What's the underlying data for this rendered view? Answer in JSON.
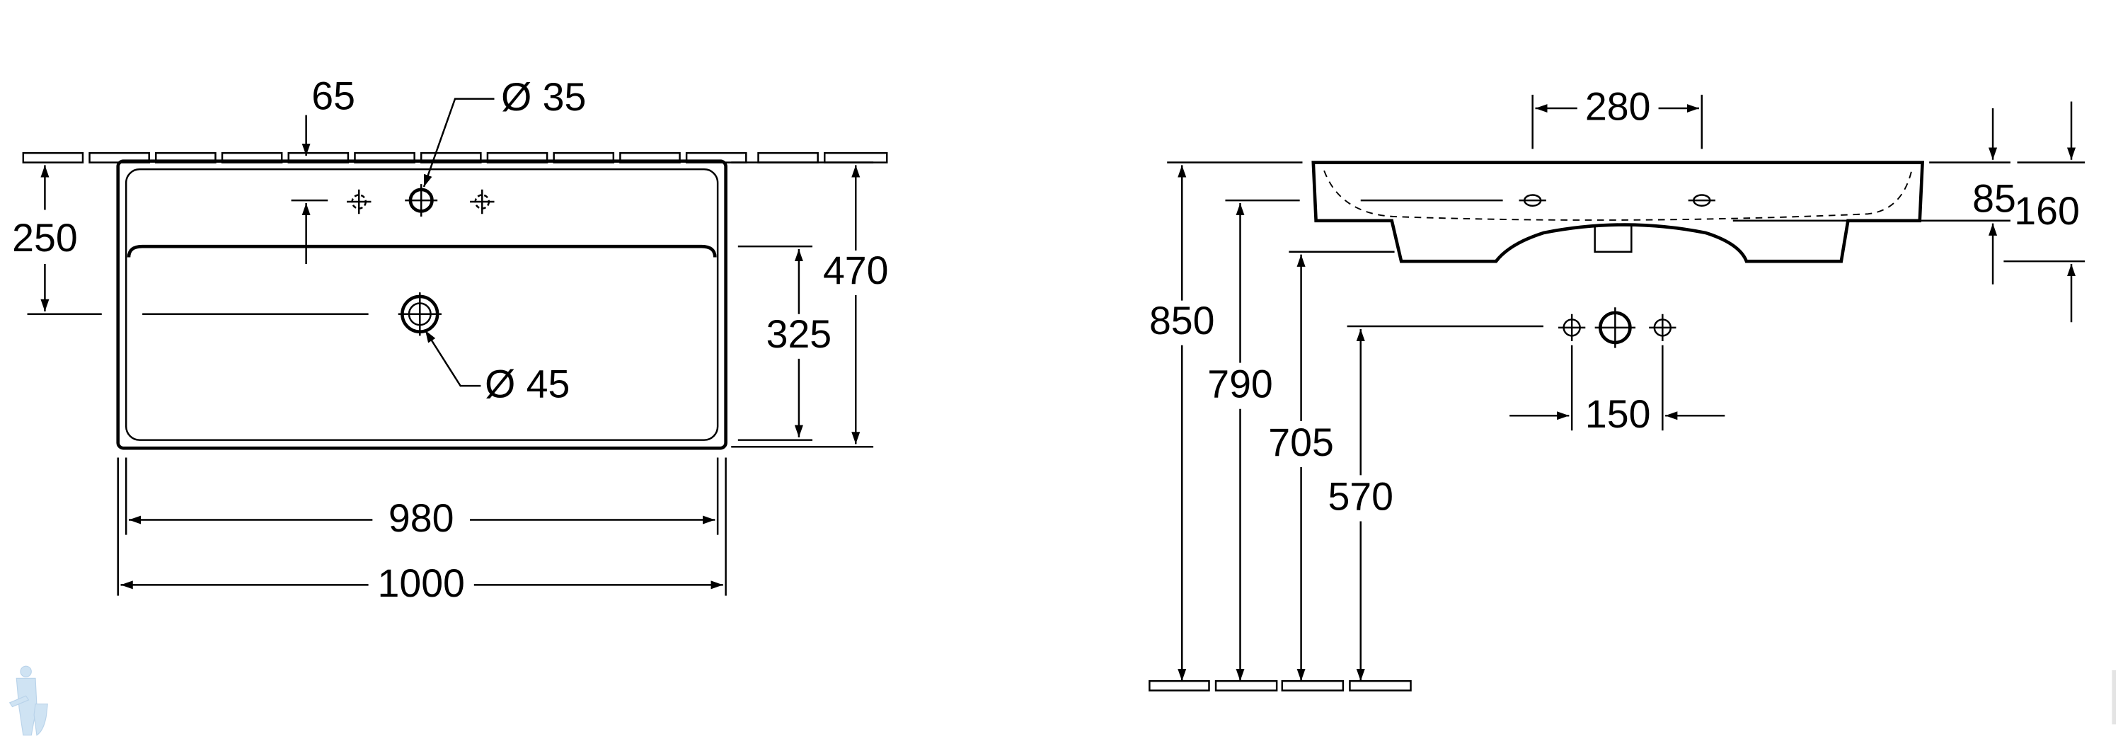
{
  "front_view": {
    "tap_offset": "65",
    "tap_hole_diameter": "Ø 35",
    "drain_diameter": "Ø 45",
    "drain_height": "250",
    "inner_depth": "325",
    "total_depth": "470",
    "inner_width": "980",
    "total_width": "1000"
  },
  "side_view": {
    "hole_spacing": "280",
    "rim_thickness": "85",
    "total_height": "160",
    "mount_height": "850",
    "height_790": "790",
    "height_705": "705",
    "height_570": "570",
    "tap_spacing": "150"
  },
  "colors": {
    "line": "#000000",
    "logo": "#cfe3f3"
  }
}
